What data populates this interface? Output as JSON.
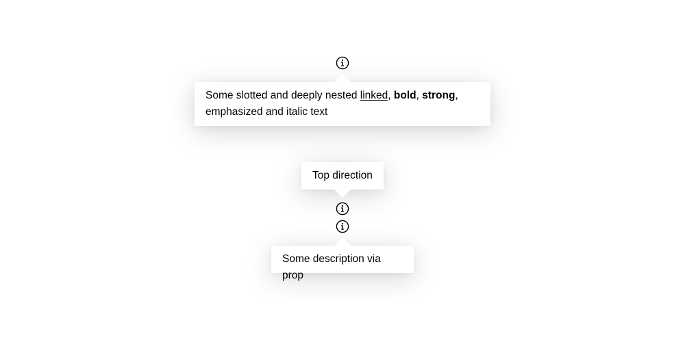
{
  "popovers": [
    {
      "position": "bottom",
      "text_before": "Some slotted and deeply nested ",
      "link_text": "linked",
      "sep1": ", ",
      "bold_text": "bold",
      "sep2": ", ",
      "strong_text": "strong",
      "sep3": ",",
      "text_after": "emphasized and italic text",
      "button_icon": "info-icon"
    },
    {
      "position": "top",
      "description": "Top direction",
      "button_icon": "info-icon"
    },
    {
      "position": "bottom",
      "description": "Some description via prop",
      "button_icon": "info-icon"
    }
  ]
}
